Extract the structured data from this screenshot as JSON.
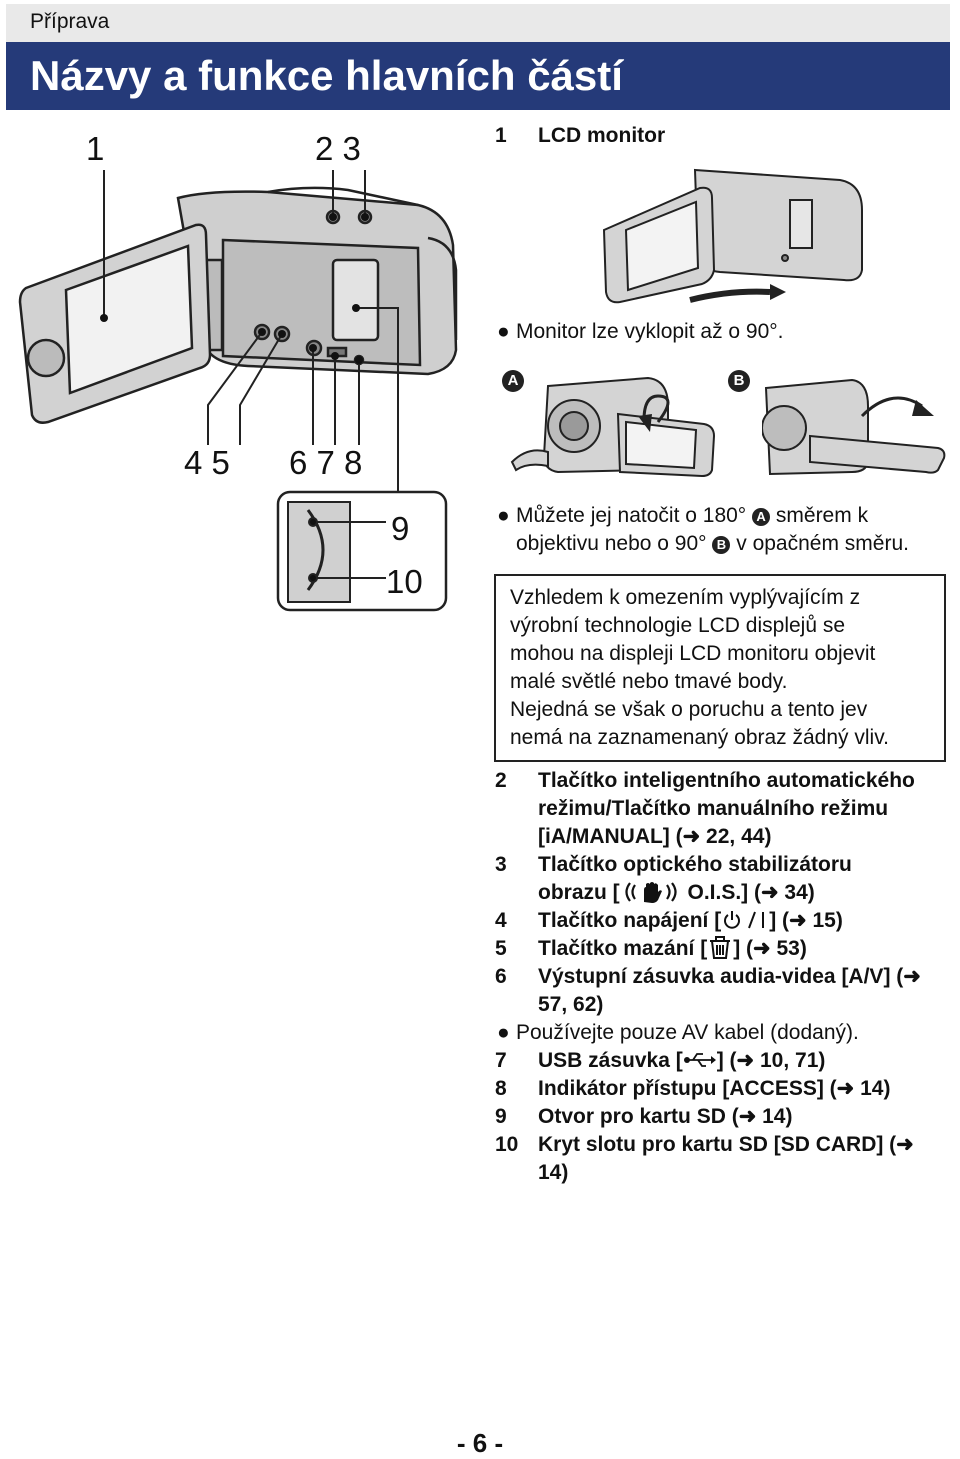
{
  "header": {
    "section": "Příprava",
    "title": "Názvy a funkce hlavních částí"
  },
  "figure_labels": {
    "l1": "1",
    "l23": "2 3",
    "l45": "4 5",
    "l678": "6 7 8",
    "l9": "9",
    "l10": "10",
    "A": "A",
    "B": "B"
  },
  "items": [
    {
      "num": "1",
      "text": "LCD monitor"
    },
    {
      "num": "2",
      "text": "Tlačítko inteligentního automatického režimu/Tlačítko manuálního režimu [iA/MANUAL] (➜ 22, 44)"
    },
    {
      "num": "3",
      "line1": "Tlačítko optického stabilizátoru",
      "pre": "obrazu [",
      "post": " O.I.S.] (➜ 34)"
    },
    {
      "num": "4",
      "pre": "Tlačítko napájení [",
      "post": "] (➜ 15)"
    },
    {
      "num": "5",
      "pre": "Tlačítko mazání [",
      "post": "] (➜ 53)"
    },
    {
      "num": "6",
      "text": "Výstupní zásuvka audia-videa [A/V] (➜ 57, 62)"
    },
    {
      "num": "7",
      "pre": "USB zásuvka [",
      "post": "] (➜ 10, 71)"
    },
    {
      "num": "8",
      "text": "Indikátor přístupu [ACCESS] (➜ 14)"
    },
    {
      "num": "9",
      "text": "Otvor pro kartu SD (➜ 14)"
    },
    {
      "num": "10",
      "text": "Kryt slotu pro kartu SD [SD CARD] (➜ 14)"
    }
  ],
  "bullets": {
    "monitor": "Monitor lze vyklopit až o 90°.",
    "rotate_pre": "Můžete jej natočit o 180°",
    "rotate_mid": "směrem k objektivu nebo o 90°",
    "rotate_post": "v opačném směru.",
    "av_cable": "Používejte pouze AV kabel (dodaný)."
  },
  "note": [
    "Vzhledem k omezením vyplývajícím z",
    "výrobní technologie LCD displejů se",
    "mohou na displeji LCD monitoru objevit",
    "malé světlé nebo tmavé body.",
    "Nejedná se však o poruchu a tento jev",
    "nemá na zaznamenaný obraz žádný vliv."
  ],
  "icons": [
    "ois-hand-icon",
    "power-icon",
    "trash-icon",
    "usb-icon"
  ],
  "page_number": "- 6 -",
  "colors": {
    "title_bar": "#253a79",
    "section_bar": "#e9e9e9"
  }
}
